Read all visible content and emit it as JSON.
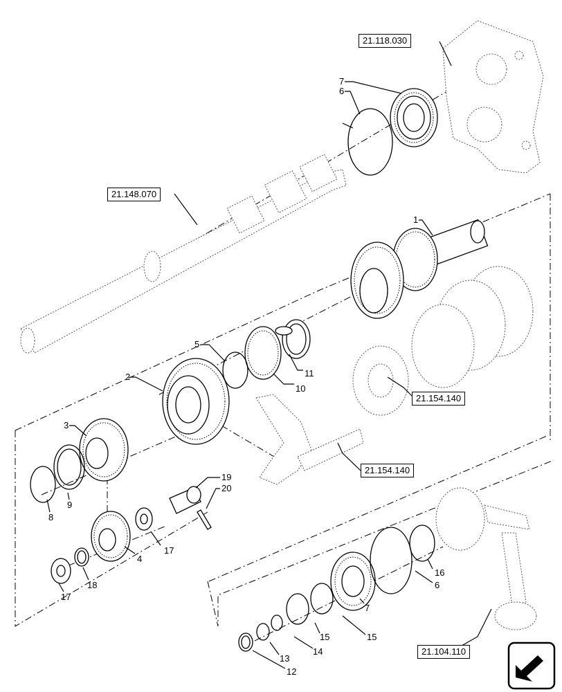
{
  "references": {
    "r21118030": "21.118.030",
    "r21148070": "21.148.070",
    "r21154140a": "21.154.140",
    "r21154140b": "21.154.140",
    "r21104110": "21.104.110"
  },
  "callouts": {
    "c1": "1",
    "c2": "2",
    "c3": "3",
    "c4": "4",
    "c5": "5",
    "c6a": "6",
    "c6b": "6",
    "c7a": "7",
    "c7b": "7",
    "c8": "8",
    "c9": "9",
    "c10": "10",
    "c11": "11",
    "c12": "12",
    "c13": "13",
    "c14": "14",
    "c15a": "15",
    "c15b": "15",
    "c16": "16",
    "c17a": "17",
    "c17b": "17",
    "c18": "18",
    "c19": "19",
    "c20": "20"
  },
  "nav_icon": "next-page-arrow-icon"
}
